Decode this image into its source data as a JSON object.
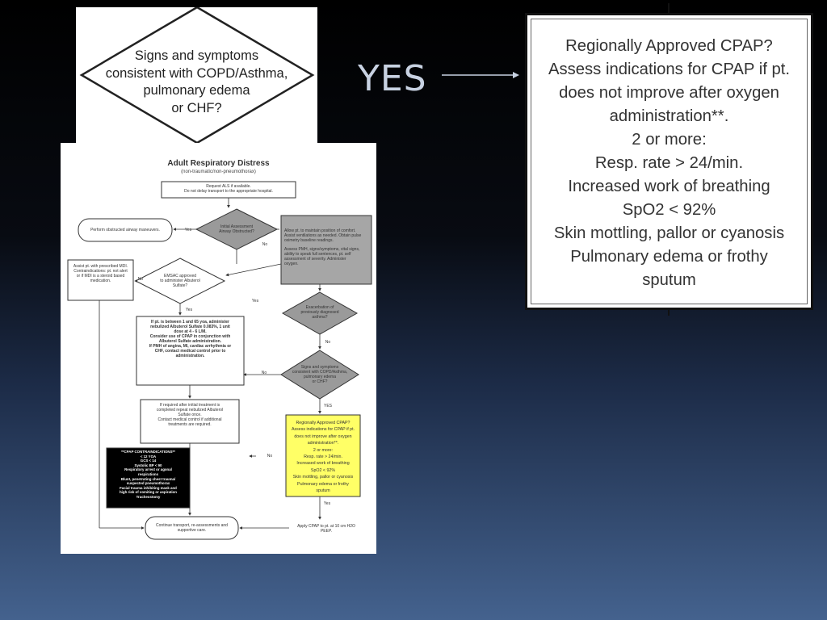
{
  "top_diamond": {
    "lines": [
      "Signs and symptoms",
      "consistent with COPD/Asthma,",
      "pulmonary edema",
      "or CHF?"
    ]
  },
  "yes_label": "YES",
  "cpap_box": {
    "lines": [
      "Regionally Approved CPAP?",
      "Assess indications for CPAP if pt.",
      "does not improve after oxygen",
      "administration**.",
      "2 or more:",
      "Resp. rate > 24/min.",
      "Increased work of breathing",
      "SpO2 < 92%",
      "Skin mottling, pallor or cyanosis",
      "Pulmonary edema or frothy",
      "sputum"
    ]
  },
  "flowchart": {
    "title": "Adult Respiratory Distress",
    "subtitle": "(non-traumatic/non-pneumothorax)",
    "request_als": [
      "Request ALS if available.",
      "Do not delay transport to the appropriate hospital."
    ],
    "obstruction": "Perform obstructed airway maneuvers.",
    "initial_assessment": [
      "Initial Assessment",
      "Airway Obstructed?"
    ],
    "allow_position": [
      "Allow pt. to maintain position of comfort.",
      "Assist ventilations as needed. Obtain pulse",
      "oximetry baseline readings.",
      "Assess PMH, signs/symptoms, vital signs,",
      "ability to speak full sentences, pt. self",
      "assessment of severity. Administer",
      "oxygen."
    ],
    "assist_mdi": [
      "Assist pt. with prescribed MDI.",
      "",
      "Contraindications: pt. not alert",
      "or if MDI is a steroid based",
      "medication."
    ],
    "emsac": [
      "EMSAC approved",
      "to administer Albuterol",
      "Sulfate?"
    ],
    "exacerbation": [
      "Exacerbation of",
      "previously diagnosed",
      "asthma?"
    ],
    "albuterol_box": [
      "If pt. is between 1 and 65 yoa, administer",
      "nebulized Albuterol Sulfate 0.083%, 1 unit",
      "dose at 4 - 6 L/M.",
      "",
      "Consider use of CPAP in conjunction with",
      "Albuterol Sulfate administration.",
      "",
      "If PMH of angina, MI, cardiac arrhythmia or",
      "CHF, contact medical control prior to",
      "administration."
    ],
    "repeat_box": [
      "If required after initial treatment is",
      "completed repeat nebulized Albuterol",
      "Sulfate once.",
      "",
      "Contact medical control if additional",
      "treatments are required."
    ],
    "signs_diamond": [
      "Signs and symptoms",
      "consistent with COPD/Asthma,",
      "pulmonary edema",
      "or CHF?"
    ],
    "yellow_box": [
      "Regionally Approved CPAP?",
      "Assess indications for CPAP if pt.",
      "does not improve after oxygen",
      "administration**.",
      "2 or more:",
      "Resp. rate > 24/min.",
      "Increased work of breathing",
      "SpO2 < 92%",
      "Skin mottling, pallor or cyanosis",
      "Pulmonary edema or frothy",
      "sputum"
    ],
    "contraindications": [
      "**CPAP CONTRAINDICATIONS**",
      "",
      "< 12 YOA",
      "GCS < 14",
      "Systolic BP < 90",
      "Respiratory arrest or agonal",
      "respirations",
      "Blunt, penetrating chest trauma/",
      "suspected pneumothorax",
      "Facial trauma inhibiting mask and",
      "high risk of vomiting or aspiration",
      "Tracheostomy"
    ],
    "continue_transport": [
      "Continue transport, re-assessments and",
      "supportive care."
    ],
    "apply_cpap": [
      "Apply CPAP to pt. at 10 cm H2O",
      "PEEP."
    ],
    "labels": {
      "yes": "Yes",
      "no": "No",
      "yes_caps": "YES"
    }
  }
}
